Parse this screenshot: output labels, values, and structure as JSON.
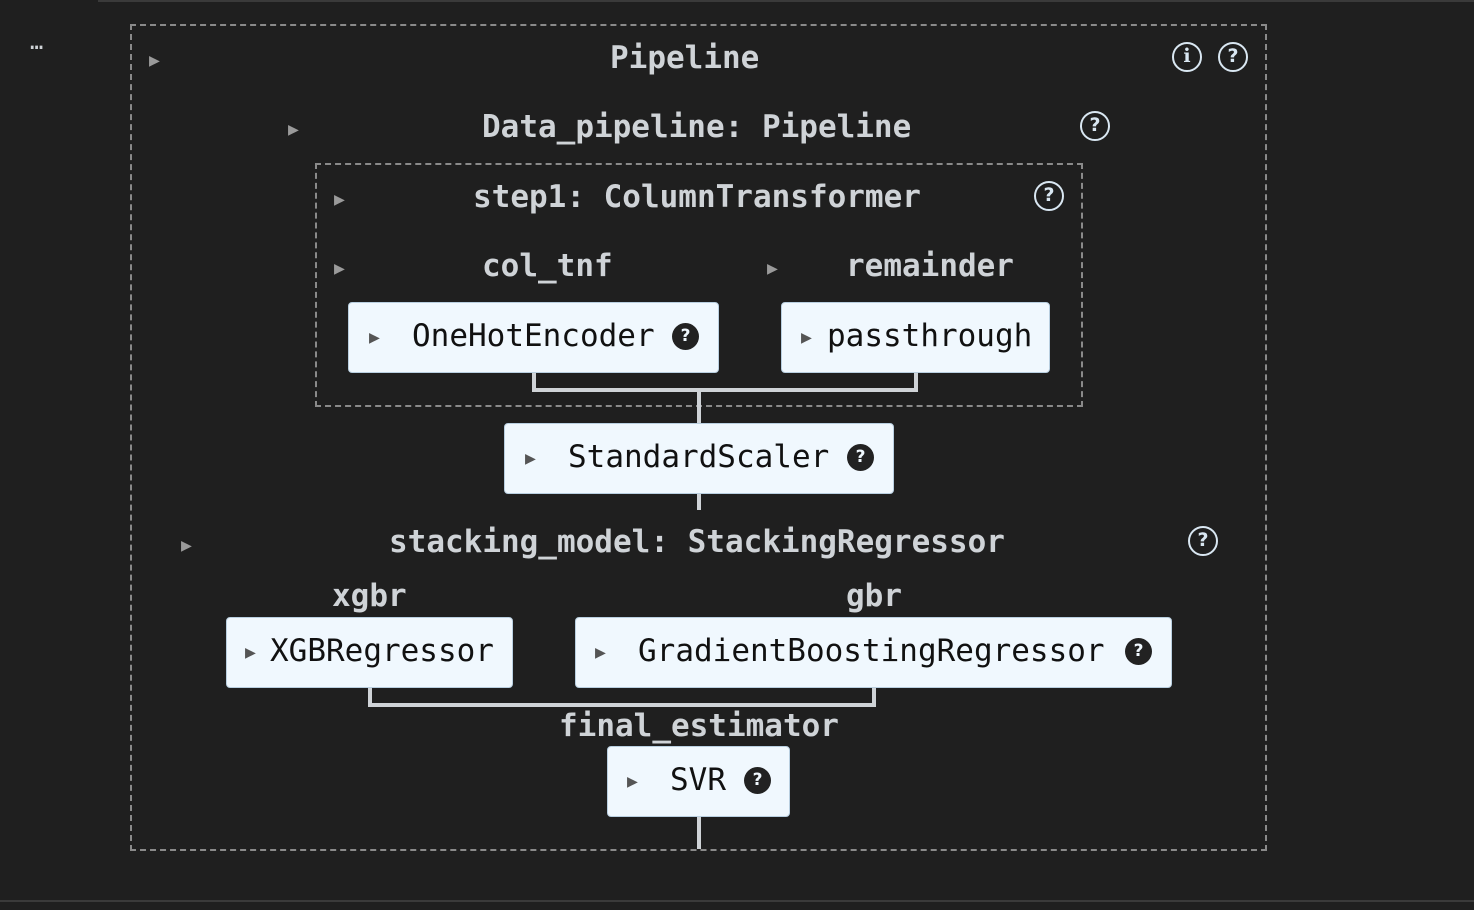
{
  "more_label": "…",
  "pipeline": {
    "title": "Pipeline",
    "info_icon": "info-icon",
    "help_icon": "help-icon",
    "data_pipeline": {
      "title": "Data_pipeline: Pipeline",
      "step1": {
        "title": "step1: ColumnTransformer",
        "branches": [
          {
            "label": "col_tnf",
            "estimator": "OneHotEncoder"
          },
          {
            "label": "remainder",
            "estimator": "passthrough"
          }
        ]
      },
      "scaler": "StandardScaler"
    },
    "stacking": {
      "title": "stacking_model: StackingRegressor",
      "estimators": [
        {
          "label": "xgbr",
          "estimator": "XGBRegressor"
        },
        {
          "label": "gbr",
          "estimator": "GradientBoostingRegressor"
        }
      ],
      "final_label": "final_estimator",
      "final_estimator": "SVR"
    }
  },
  "glyphs": {
    "triangle": "▶",
    "question": "?",
    "info": "i"
  },
  "colors": {
    "background": "#1f1f1f",
    "estimator_fill": "#f0f8fe",
    "text": "#cfd3d7"
  }
}
